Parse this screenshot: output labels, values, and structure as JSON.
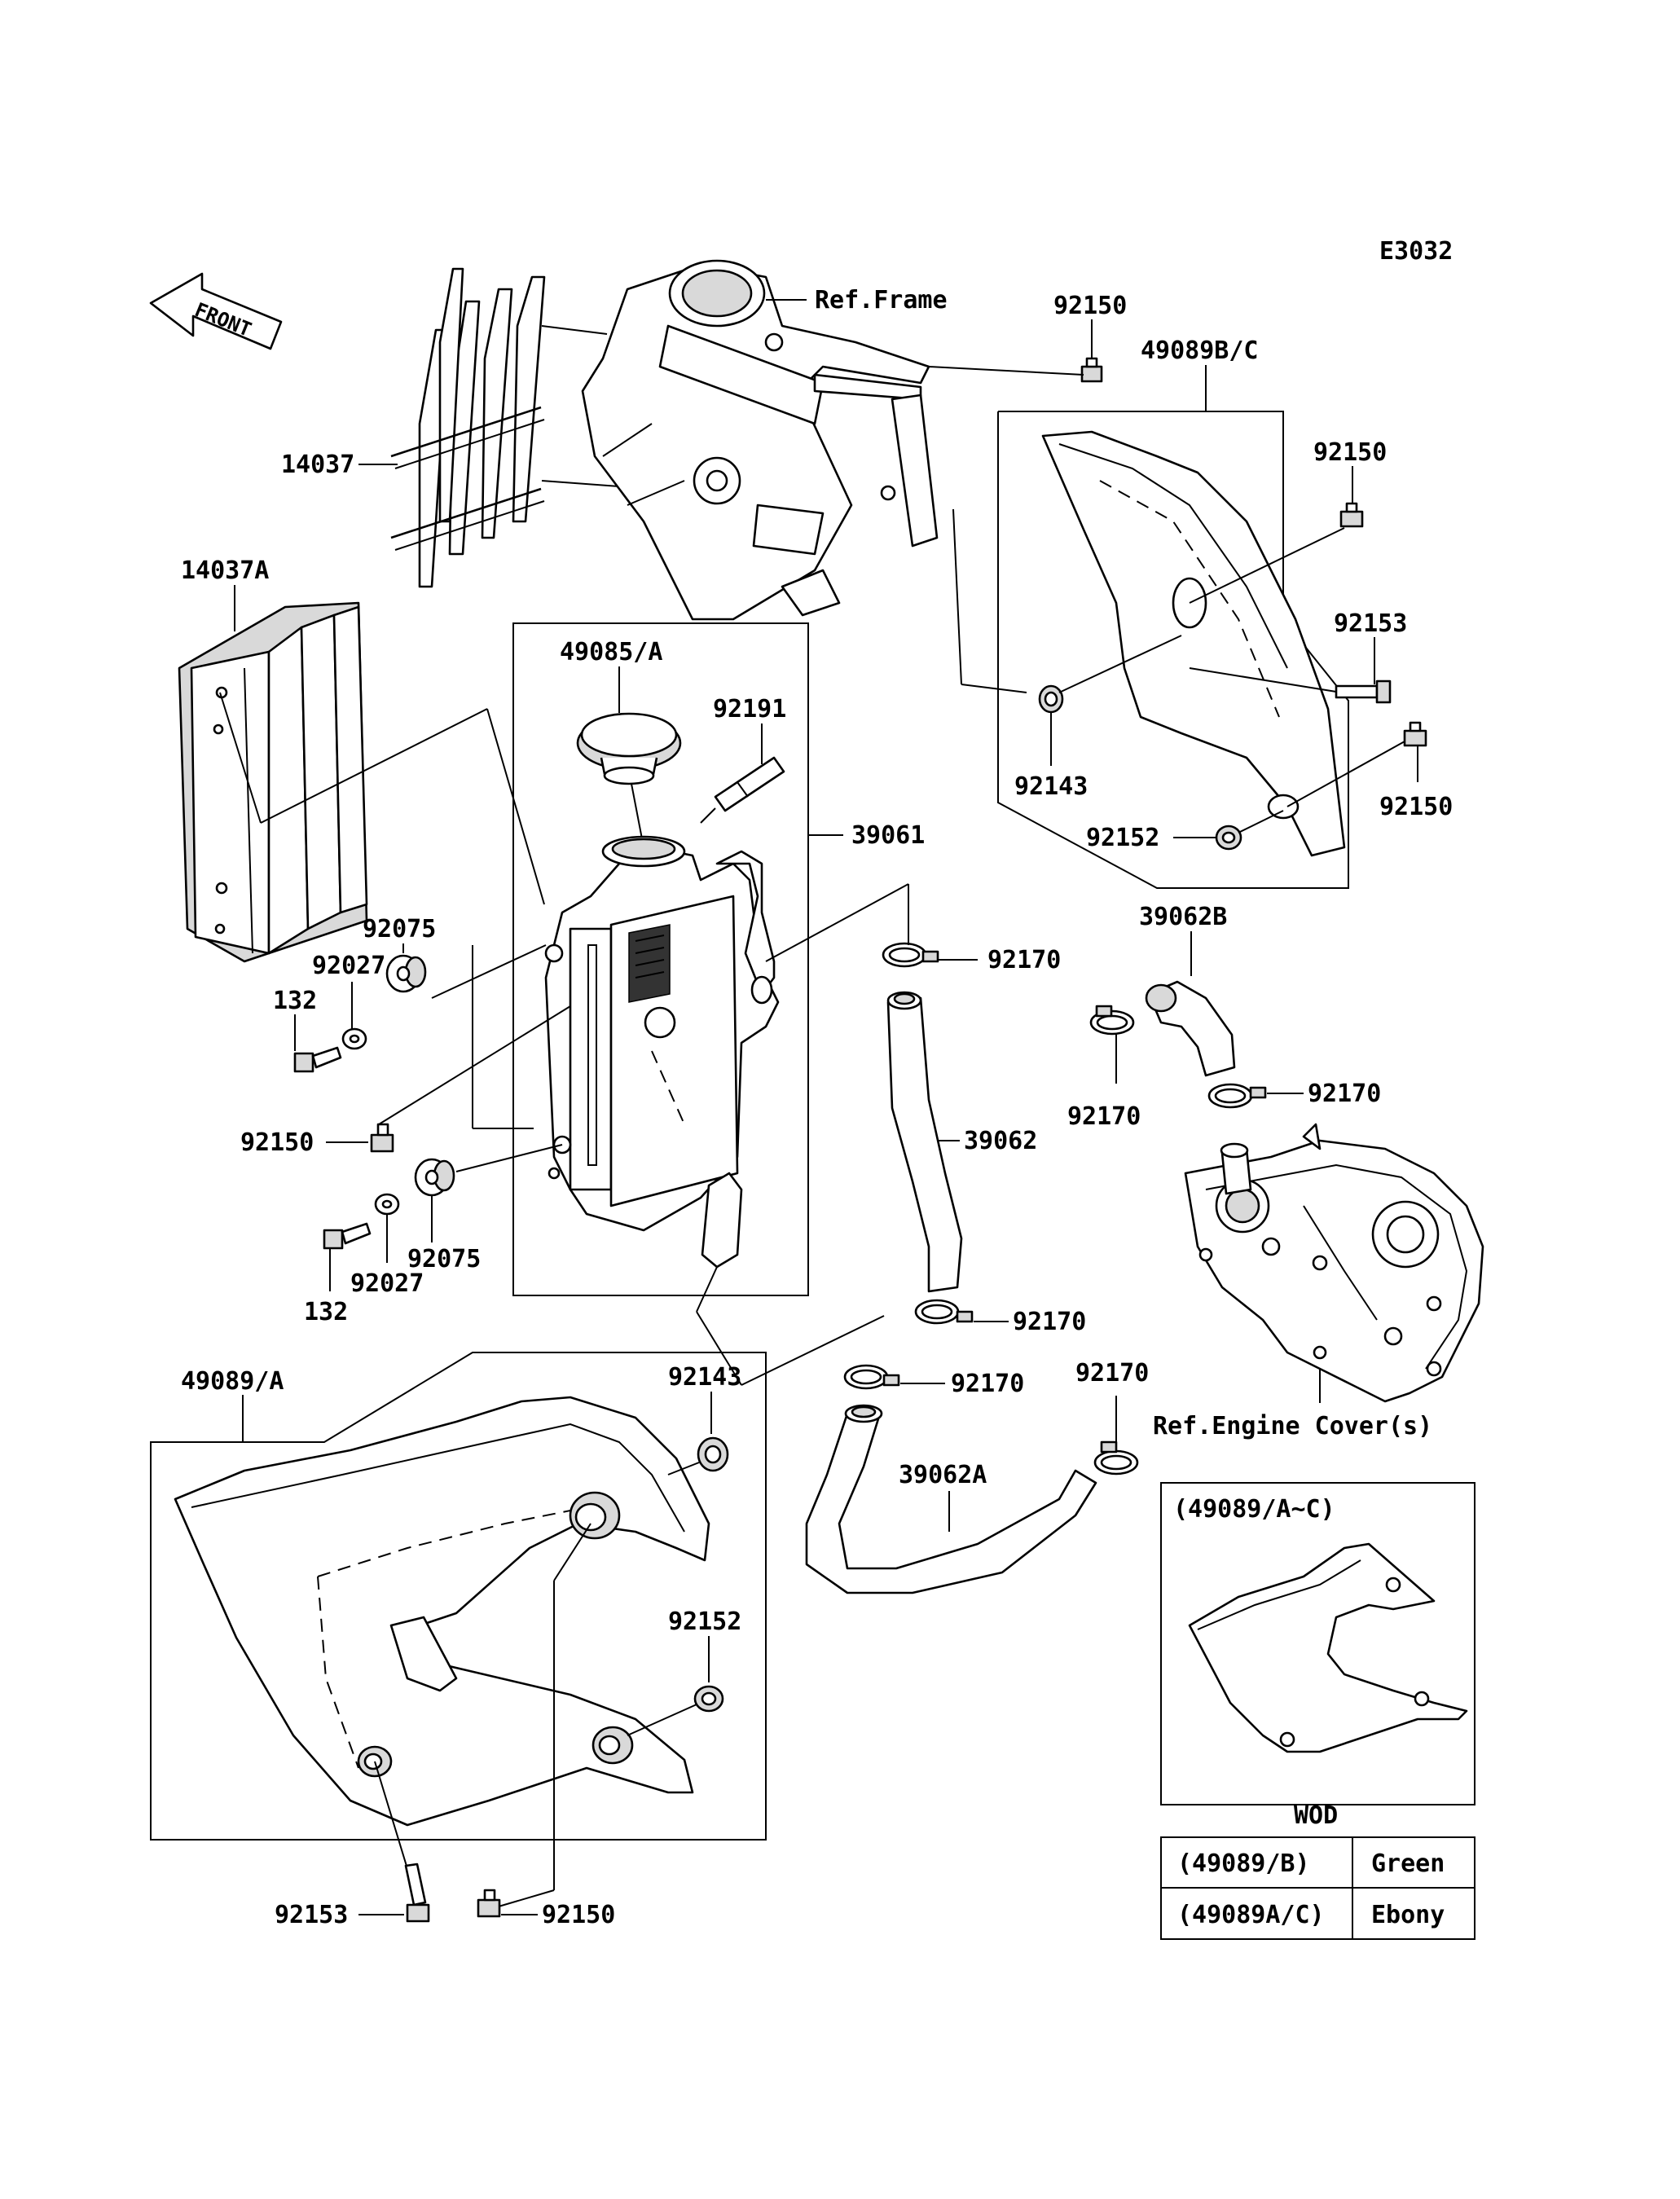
{
  "diagram_code": "E3032",
  "front_label": "FRONT",
  "labels": {
    "ref_frame": "Ref.Frame",
    "p92150_top": "92150",
    "p49089bc": "49089B/C",
    "p92150_r1": "92150",
    "p92153_r": "92153",
    "p92143_r": "92143",
    "p92150_r2": "92150",
    "p92152_r": "92152",
    "p14037": "14037",
    "p14037a": "14037A",
    "p49085a": "49085/A",
    "p92191": "92191",
    "p39061": "39061",
    "p92075_a": "92075",
    "p92027_a": "92027",
    "p132_a": "132",
    "p92150_l": "92150",
    "p92075_b": "92075",
    "p92027_b": "92027",
    "p132_b": "132",
    "p92170_a": "92170",
    "p39062b": "39062B",
    "p92170_b": "92170",
    "p92170_c": "92170",
    "p39062": "39062",
    "p92170_d": "92170",
    "p92170_e": "92170",
    "p92170_f": "92170",
    "p39062a": "39062A",
    "ref_engine": "Ref.Engine Cover(s)",
    "p49089a": "49089/A",
    "p92143_b": "92143",
    "p92152_b": "92152",
    "p92153_b": "92153",
    "p92150_b": "92150",
    "inset_title": "(49089/A~C)",
    "inset_caption": "WOD"
  },
  "color_table": [
    {
      "code": "(49089/B)",
      "color": "Green"
    },
    {
      "code": "(49089A/C)",
      "color": "Ebony"
    }
  ]
}
